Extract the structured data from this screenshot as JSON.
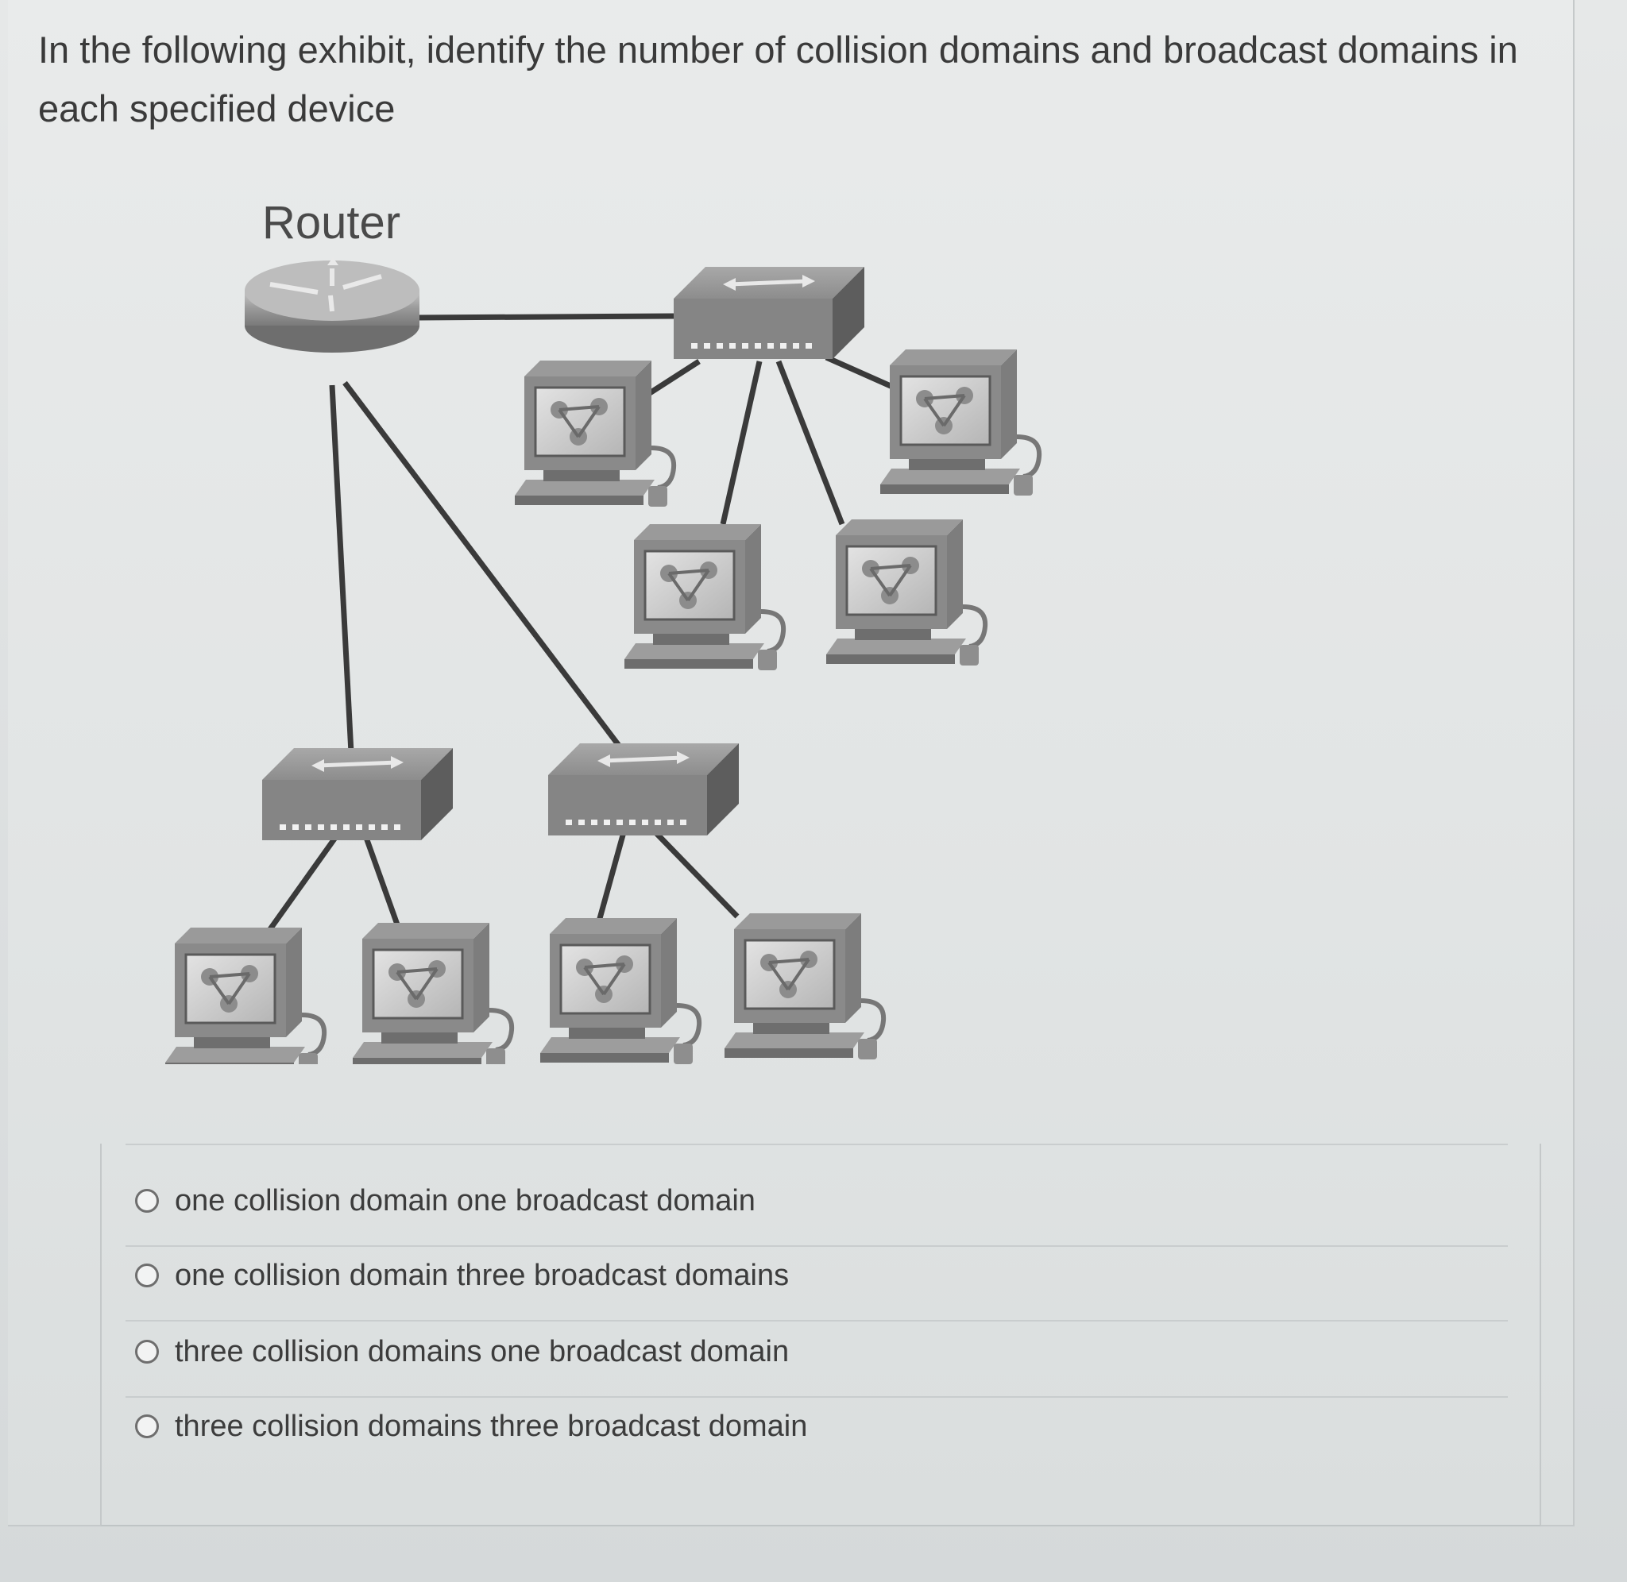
{
  "question": {
    "text_line1": "In the following exhibit, identify the number of collision domains and broadcast domains in",
    "text_line2": "each specified device"
  },
  "diagram": {
    "router_label": "Router",
    "devices": {
      "router": "router-icon",
      "switches": [
        "switch-icon",
        "switch-icon",
        "switch-icon"
      ],
      "workstations": [
        "workstation-icon",
        "workstation-icon",
        "workstation-icon",
        "workstation-icon",
        "workstation-icon",
        "workstation-icon",
        "workstation-icon",
        "workstation-icon"
      ]
    }
  },
  "options": [
    {
      "label": "one collision domain one broadcast domain",
      "selected": false
    },
    {
      "label": "one collision domain three broadcast domains",
      "selected": false
    },
    {
      "label": "three collision domains one broadcast domain",
      "selected": false
    },
    {
      "label": "three collision domains three broadcast domain",
      "selected": false
    }
  ],
  "colors": {
    "text": "#3a3a3a",
    "device_gray": "#8a8a8a",
    "line": "#3c3c3c"
  }
}
